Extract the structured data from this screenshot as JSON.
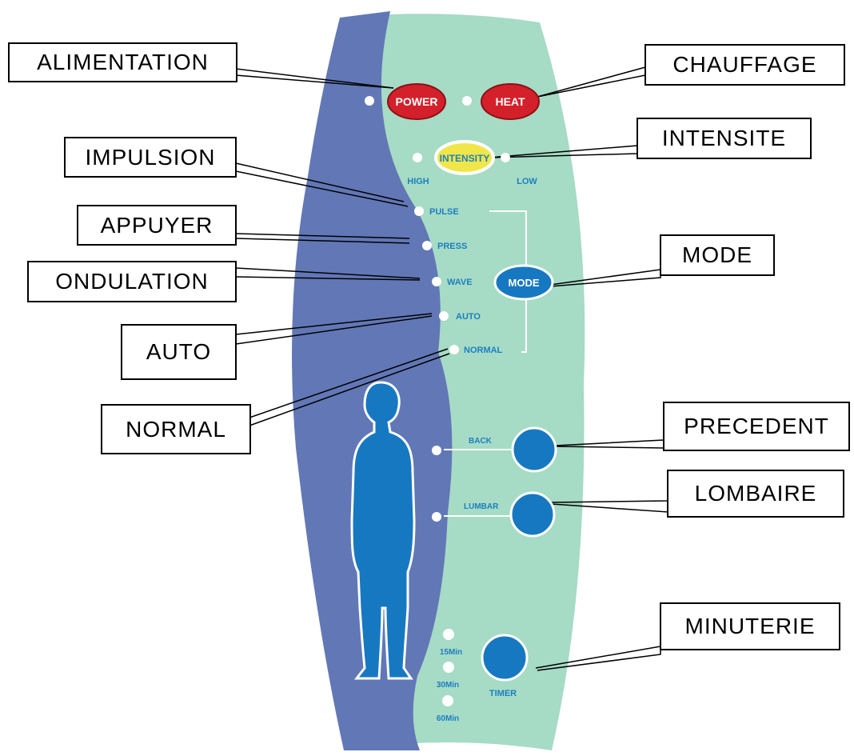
{
  "colors": {
    "background": "#ffffff",
    "panel_mint": "#a6dbc6",
    "panel_blue": "#6277b6",
    "red_button": "#d4202a",
    "yellow_button": "#f0e64a",
    "blue_button": "#1778c2",
    "indicator": "#ffffff",
    "panel_text": "#1d7fbf"
  },
  "callouts": {
    "power": "ALIMENTATION",
    "heat": "CHAUFFAGE",
    "intensity": "INTENSITE",
    "pulse": "IMPULSION",
    "press": "APPUYER",
    "wave": "ONDULATION",
    "mode": "MODE",
    "auto": "AUTO",
    "normal": "NORMAL",
    "back": "PRECEDENT",
    "lumbar": "LOMBAIRE",
    "timer": "MINUTERIE"
  },
  "panel": {
    "power_button": "POWER",
    "heat_button": "HEAT",
    "intensity_button": "INTENSITY",
    "intensity_high": "HIGH",
    "intensity_low": "LOW",
    "mode_button": "MODE",
    "modes": [
      "PULSE",
      "PRESS",
      "WAVE",
      "AUTO",
      "NORMAL"
    ],
    "zone_back": "BACK",
    "zone_lumbar": "LUMBAR",
    "timer_button": "TIMER",
    "timer_options": [
      "15Min",
      "30Min",
      "60Min"
    ]
  }
}
